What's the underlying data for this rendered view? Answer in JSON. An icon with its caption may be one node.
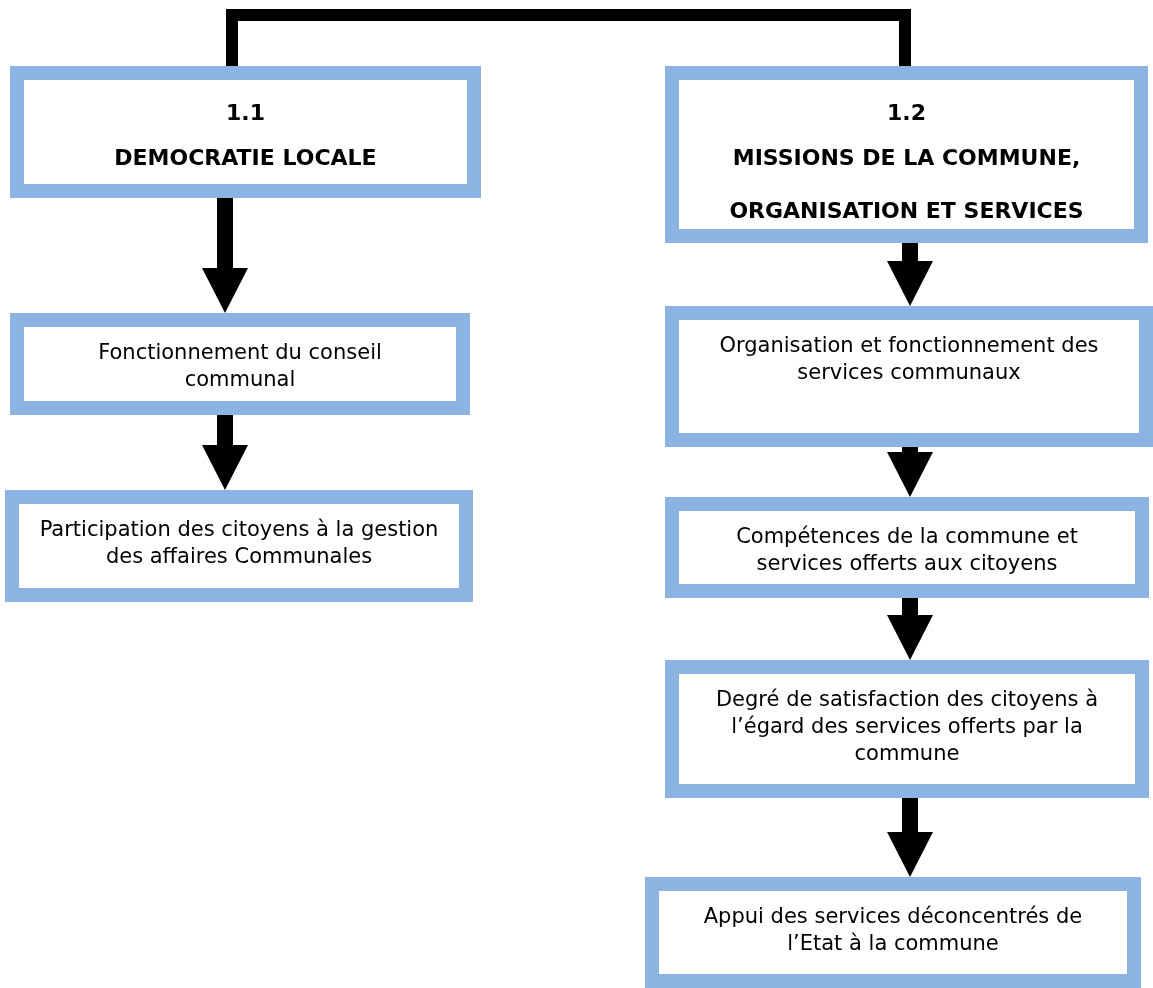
{
  "diagram": {
    "nodes": [
      {
        "text": [
          "1.1",
          "DEMOCRATIE LOCALE"
        ]
      },
      {
        "text": [
          "1.2",
          "MISSIONS DE LA COMMUNE, ORGANISATION ET SERVICES"
        ]
      },
      {
        "text": [
          "Fonctionnement du conseil communal"
        ]
      },
      {
        "text": [
          "Participation des citoyens à la gestion des affaires Communales"
        ]
      },
      {
        "text": [
          "Organisation et fonctionnement des services communaux"
        ]
      },
      {
        "text": [
          "Compétences de la commune et services offerts aux citoyens"
        ]
      },
      {
        "text": [
          "Degré de satisfaction des citoyens à l’égard des services offerts par la commune"
        ]
      },
      {
        "text": [
          "Appui des services déconcentrés de l’Etat à la commune"
        ]
      }
    ],
    "edges": [
      {
        "from": 0,
        "to": 1,
        "arrow": "none"
      },
      {
        "from": 0,
        "to": 2,
        "arrow": "to"
      },
      {
        "from": 2,
        "to": 3,
        "arrow": "to"
      },
      {
        "from": 1,
        "to": 4,
        "arrow": "to"
      },
      {
        "from": 4,
        "to": 5,
        "arrow": "to"
      },
      {
        "from": 5,
        "to": 6,
        "arrow": "to"
      },
      {
        "from": 6,
        "to": 7,
        "arrow": "to"
      }
    ]
  }
}
